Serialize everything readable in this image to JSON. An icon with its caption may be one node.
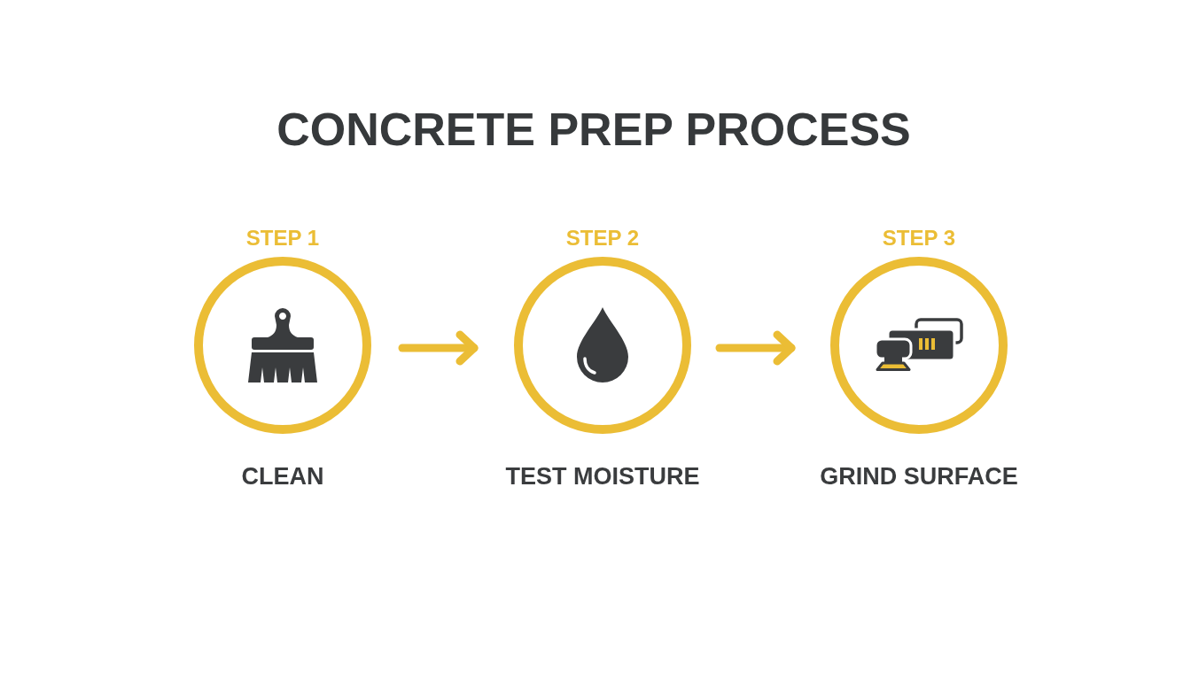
{
  "diagram": {
    "title": "CONCRETE PREP PROCESS",
    "nodes": [
      {
        "text": [
          "STEP 1",
          "CLEAN"
        ]
      },
      {
        "text": [
          "STEP 2",
          "TEST MOISTURE"
        ]
      },
      {
        "text": [
          "STEP 3",
          "GRIND SURFACE"
        ]
      }
    ],
    "edges": [
      {
        "from": 0,
        "to": 1,
        "arrow": "to"
      },
      {
        "from": 1,
        "to": 2,
        "arrow": "to"
      }
    ]
  }
}
